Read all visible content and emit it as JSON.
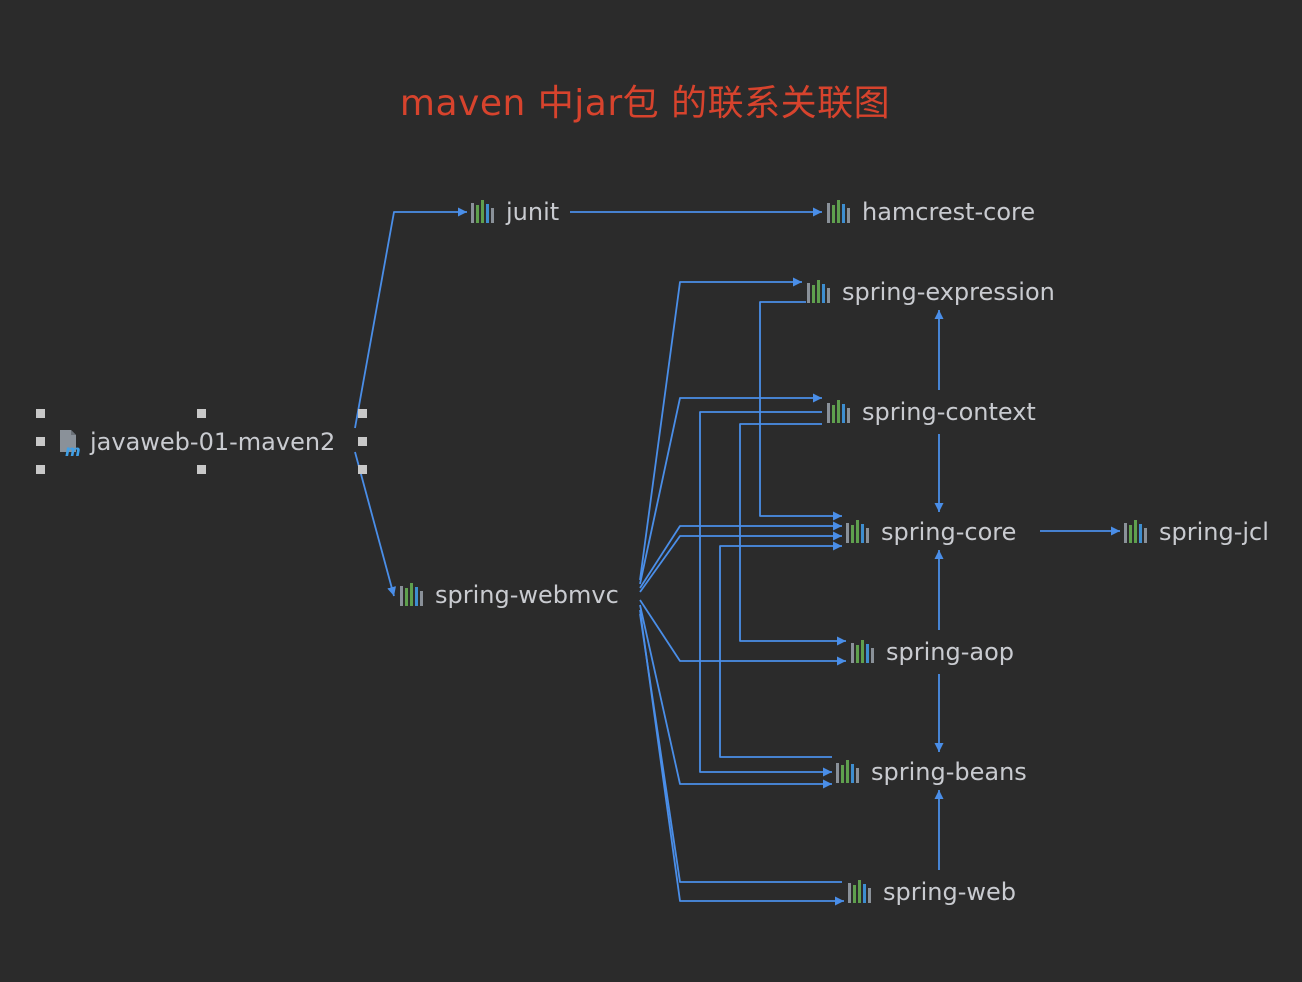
{
  "title": "maven 中jar包 的联系关联图",
  "colors": {
    "background": "#2b2b2b",
    "title": "#d7432d",
    "label": "#c9cbd0",
    "edge": "#4a8ee8",
    "selection_handle": "#c8c8c8"
  },
  "nodes": {
    "root": {
      "label": "javaweb-01-maven2",
      "icon": "maven-module-icon",
      "selected": true
    },
    "junit": {
      "label": "junit",
      "icon": "jar-library-icon"
    },
    "hamcrest_core": {
      "label": "hamcrest-core",
      "icon": "jar-library-icon"
    },
    "spring_webmvc": {
      "label": "spring-webmvc",
      "icon": "jar-library-icon"
    },
    "spring_expression": {
      "label": "spring-expression",
      "icon": "jar-library-icon"
    },
    "spring_context": {
      "label": "spring-context",
      "icon": "jar-library-icon"
    },
    "spring_core": {
      "label": "spring-core",
      "icon": "jar-library-icon"
    },
    "spring_jcl": {
      "label": "spring-jcl",
      "icon": "jar-library-icon"
    },
    "spring_aop": {
      "label": "spring-aop",
      "icon": "jar-library-icon"
    },
    "spring_beans": {
      "label": "spring-beans",
      "icon": "jar-library-icon"
    },
    "spring_web": {
      "label": "spring-web",
      "icon": "jar-library-icon"
    }
  },
  "edges": [
    {
      "from": "javaweb-01-maven2",
      "to": "junit"
    },
    {
      "from": "javaweb-01-maven2",
      "to": "spring-webmvc"
    },
    {
      "from": "junit",
      "to": "hamcrest-core"
    },
    {
      "from": "spring-webmvc",
      "to": "spring-expression"
    },
    {
      "from": "spring-webmvc",
      "to": "spring-context"
    },
    {
      "from": "spring-webmvc",
      "to": "spring-core"
    },
    {
      "from": "spring-webmvc",
      "to": "spring-aop"
    },
    {
      "from": "spring-webmvc",
      "to": "spring-beans"
    },
    {
      "from": "spring-webmvc",
      "to": "spring-web"
    },
    {
      "from": "spring-context",
      "to": "spring-expression"
    },
    {
      "from": "spring-context",
      "to": "spring-core"
    },
    {
      "from": "spring-context",
      "to": "spring-aop"
    },
    {
      "from": "spring-context",
      "to": "spring-beans"
    },
    {
      "from": "spring-expression",
      "to": "spring-core"
    },
    {
      "from": "spring-aop",
      "to": "spring-core"
    },
    {
      "from": "spring-aop",
      "to": "spring-beans"
    },
    {
      "from": "spring-beans",
      "to": "spring-core"
    },
    {
      "from": "spring-web",
      "to": "spring-core"
    },
    {
      "from": "spring-web",
      "to": "spring-beans"
    },
    {
      "from": "spring-core",
      "to": "spring-jcl"
    }
  ]
}
